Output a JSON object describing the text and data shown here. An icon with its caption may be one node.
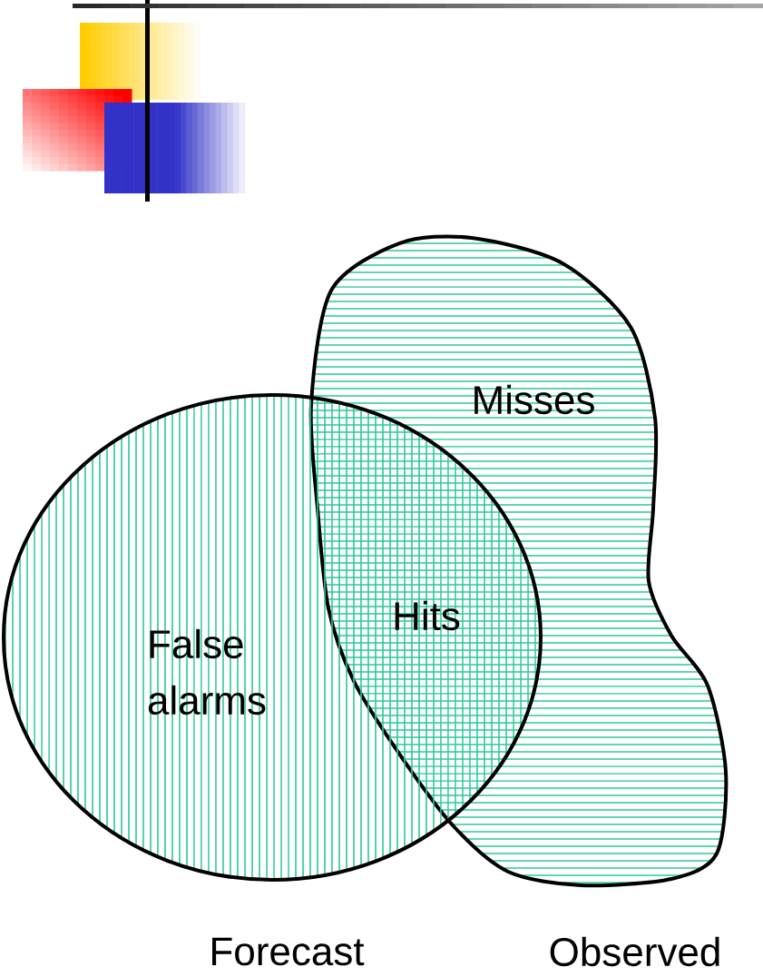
{
  "diagram": {
    "nodes": [
      {
        "text": [
          "False alarms"
        ],
        "beside": [
          "Forecast"
        ]
      },
      {
        "text": [
          "Misses"
        ],
        "beside": [
          "Observed"
        ]
      }
    ],
    "labels": [
      "Hits"
    ]
  }
}
